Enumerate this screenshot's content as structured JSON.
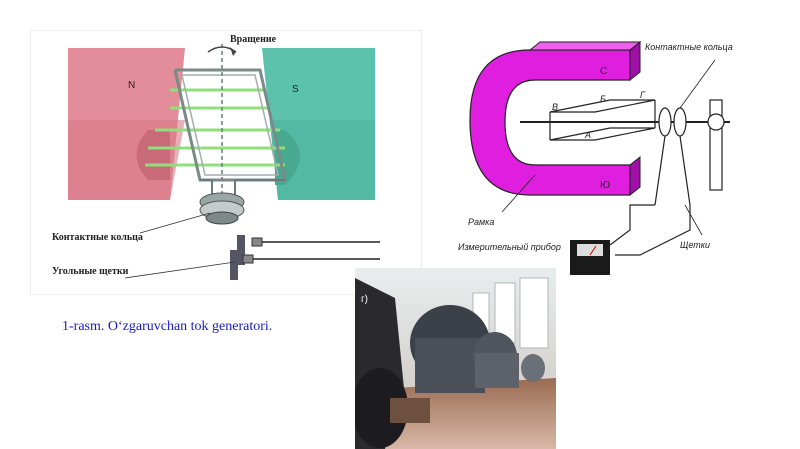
{
  "left_diagram": {
    "rotation_label": "Вращение",
    "pole_n": "N",
    "pole_s": "S",
    "slip_rings_label": "Контактные кольца",
    "brushes_label": "Угольные щетки"
  },
  "right_diagram": {
    "pole_top": "С",
    "pole_bottom": "Ю",
    "slip_rings_label": "Контактные кольца",
    "frame_label": "Рамка",
    "brushes_label": "Щетки",
    "meter_label": "Измерительный прибор",
    "letter_a": "А",
    "letter_b": "Б",
    "letter_v": "В",
    "letter_g": "Г",
    "colors": {
      "magnet": "#e01ee0",
      "magnet_dark": "#a010a8"
    }
  },
  "photo": {
    "corner_label": "г)"
  },
  "caption": "1-rasm. O‘zgaruvchan tok generatori."
}
